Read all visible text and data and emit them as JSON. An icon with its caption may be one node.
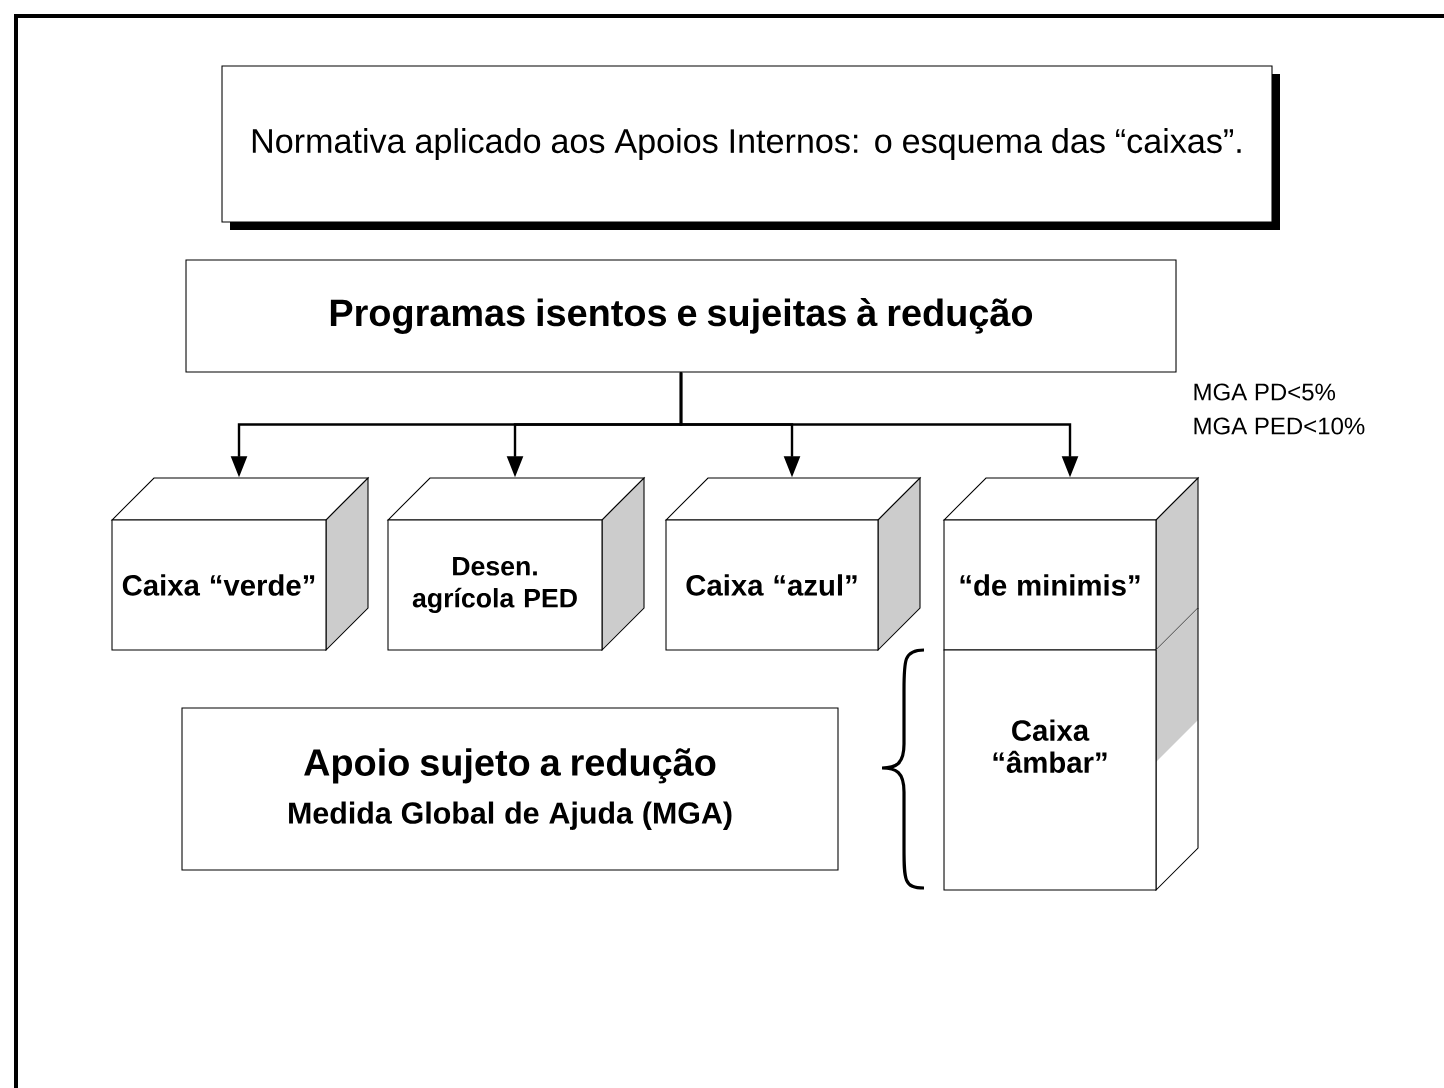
{
  "diagram": {
    "nodes": [
      {
        "text": [
          "Normativa aplicado aos Apoios Internos: o esquema das “caixas”."
        ]
      },
      {
        "text": [
          "Programas isentos e sujeitas à redução"
        ]
      },
      {
        "text": [
          "Caixa “verde”"
        ]
      },
      {
        "text": [
          "Desen. agrícola PED"
        ]
      },
      {
        "text": [
          "Caixa “azul”"
        ]
      },
      {
        "text": [
          "“de minimis”"
        ]
      },
      {
        "text": [
          "Caixa “âmbar”"
        ]
      },
      {
        "text": [
          "Apoio sujeto a redução",
          "Medida Global de Ajuda (MGA)"
        ]
      }
    ],
    "edges": [
      {
        "from": 1,
        "to": 2,
        "arrow": "to"
      },
      {
        "from": 1,
        "to": 3,
        "arrow": "to"
      },
      {
        "from": 1,
        "to": 4,
        "arrow": "to"
      },
      {
        "from": 1,
        "to": 5,
        "arrow": "to"
      }
    ],
    "labels": [
      "MGA PD<5%",
      "MGA PED<10%"
    ]
  }
}
